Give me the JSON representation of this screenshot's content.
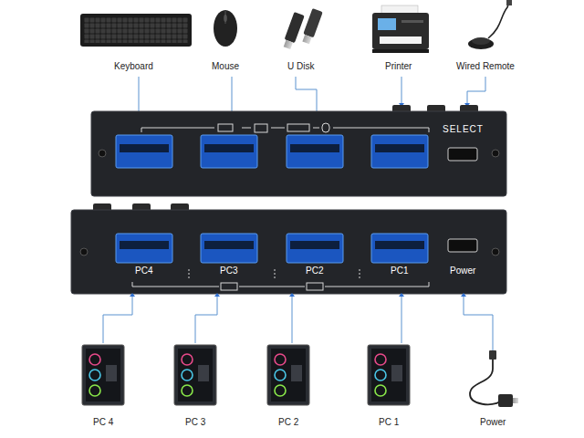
{
  "diagram": {
    "nodes": [
      {
        "text": [
          "SELECT"
        ]
      },
      {
        "text": [
          "PC4",
          "PC3",
          "PC2",
          "PC1",
          "Power"
        ]
      }
    ],
    "labels": [
      "Keyboard",
      "Mouse",
      "U Disk",
      "Printer",
      "Wired Remote",
      "PC 4",
      "PC 3",
      "PC 2",
      "PC 1",
      "Power"
    ]
  }
}
